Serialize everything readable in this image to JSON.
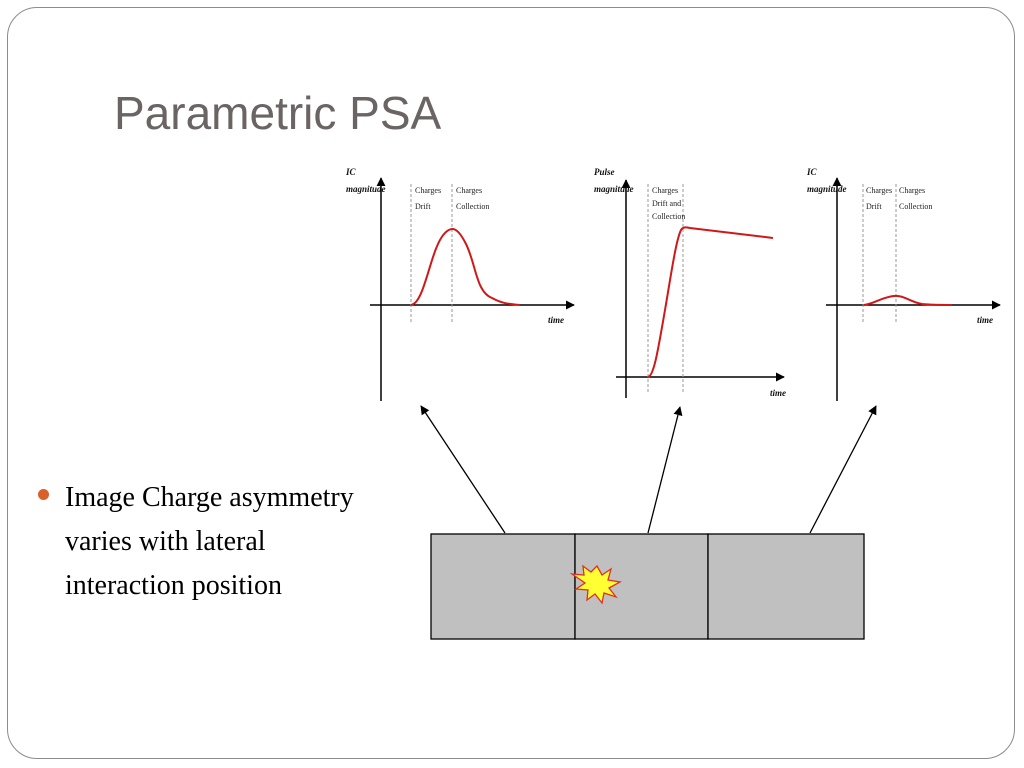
{
  "title": "Parametric PSA",
  "bullet": {
    "text": "Image Charge asymmetry varies with lateral interaction position"
  },
  "graphs": [
    {
      "ylabel_line1": "IC",
      "ylabel_line2": "magnitude",
      "phase1_line1": "Charges",
      "phase1_line2": "Drift",
      "phase2_line1": "Charges",
      "phase2_line2": "Collection",
      "xlabel": "time"
    },
    {
      "ylabel_line1": "Pulse",
      "ylabel_line2": "magnitude",
      "phase_line1": "Charges",
      "phase_line2": "Drift and",
      "phase_line3": "Collection",
      "xlabel": "time"
    },
    {
      "ylabel_line1": "IC",
      "ylabel_line2": "magnitude",
      "phase1_line1": "Charges",
      "phase1_line2": "Drift",
      "phase2_line1": "Charges",
      "phase2_line2": "Collection",
      "xlabel": "time"
    }
  ],
  "colors": {
    "title": "#6b6464",
    "bullet": "#d9602b",
    "curve": "#d01818",
    "detector_fill": "#c0c0c0",
    "burst_fill": "#ffff33",
    "burst_stroke": "#e03020"
  }
}
